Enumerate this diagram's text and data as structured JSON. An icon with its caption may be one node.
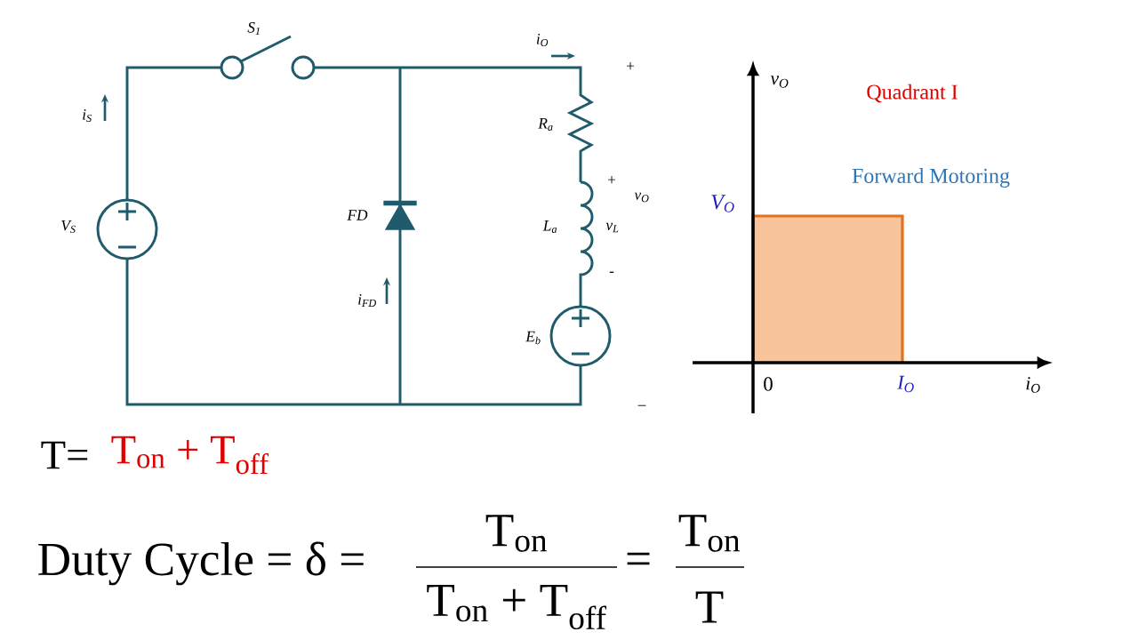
{
  "diagram": {
    "labels": [
      "S$_{1}$",
      "i$_{O}$",
      "+",
      "i$_{S}$",
      "R$_{a}$",
      "+",
      "v$_{O}$",
      "FD",
      "V$_{S}$",
      "L$_{a}$",
      "v$_{L}$",
      "-",
      "i$_{FD}$",
      "E$_{b}$",
      "–",
      "v$_{O}$",
      "Quadrant I",
      "Forward Motoring",
      "V$_{O}$",
      "0",
      "I$_{O}$",
      "i$_{O}$",
      "T=",
      "T$_{on}$ + T$_{off}$",
      "Duty Cycle = δ =",
      "T$_{on}$",
      "T$_{on}$ + T$_{off}$",
      "=",
      "T$_{on}$",
      "T"
    ]
  }
}
